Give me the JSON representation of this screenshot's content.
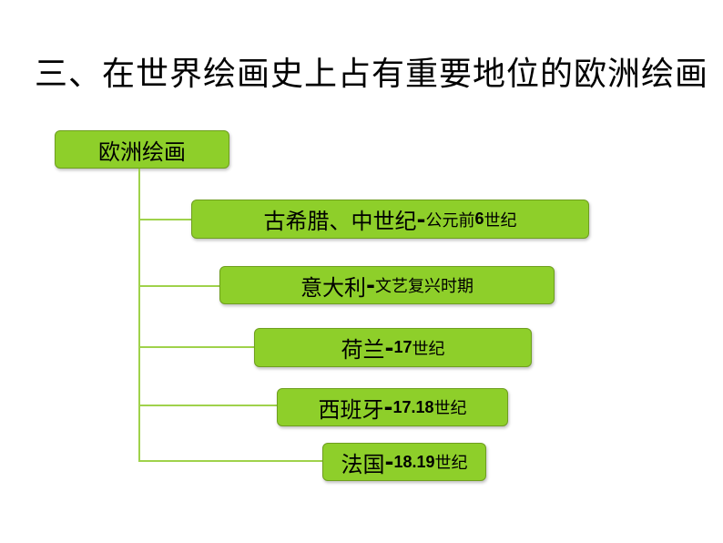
{
  "title": "三、在世界绘画史上占有重要地位的欧洲绘画",
  "root": {
    "label": "欧洲绘画"
  },
  "items": [
    {
      "main": "古希腊、中世纪",
      "dash": "-",
      "sub": "公元前",
      "num": "6",
      "tail": "世纪"
    },
    {
      "main": "意大利",
      "dash": "-",
      "sub": "文艺复兴时期",
      "num": "",
      "tail": ""
    },
    {
      "main": "荷兰",
      "dash": "-",
      "sub": "",
      "num": "17",
      "tail": "世纪"
    },
    {
      "main": "西班牙",
      "dash": "-",
      "sub": "",
      "num": "17.18",
      "tail": "世纪"
    },
    {
      "main": "法国",
      "dash": "-",
      "sub": "",
      "num": "18.19",
      "tail": "世纪"
    }
  ],
  "colors": {
    "box_fill": "#8ecf2a",
    "box_border": "#6f9f1f",
    "connector": "#9fd24b"
  }
}
